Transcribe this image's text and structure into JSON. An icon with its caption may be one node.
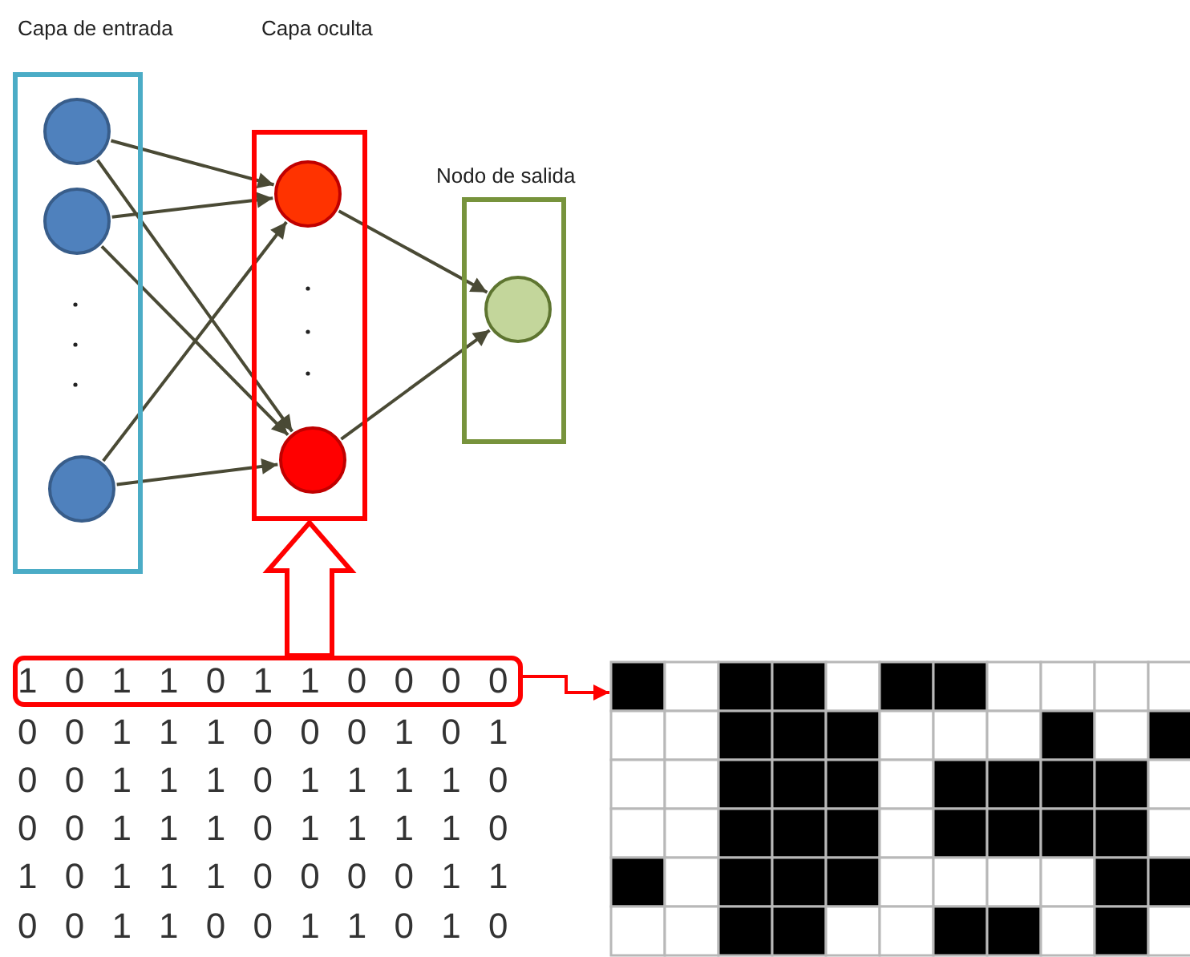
{
  "diagram": {
    "nodes": [
      {
        "text": [
          "Capa de entrada"
        ]
      },
      {
        "text": [],
        "shape": "circle",
        "in": 0
      },
      {
        "text": [],
        "shape": "circle",
        "in": 0
      },
      {
        "text": [],
        "shape": "circle",
        "in": 0
      },
      {
        "text": [
          "Capa oculta"
        ]
      },
      {
        "text": [],
        "shape": "circle",
        "in": 4
      },
      {
        "text": [],
        "shape": "circle",
        "in": 4
      },
      {
        "text": [
          "Nodo de salida"
        ]
      },
      {
        "text": [],
        "shape": "circle",
        "in": 7
      },
      {
        "text": [
          "1 0 1 1 0 1 1 0 0 0 0"
        ]
      },
      {
        "text": [],
        "shape": "grid"
      }
    ],
    "edges": [
      {
        "from": 1,
        "to": 5,
        "arrow": "to"
      },
      {
        "from": 1,
        "to": 6,
        "arrow": "to"
      },
      {
        "from": 2,
        "to": 5,
        "arrow": "to"
      },
      {
        "from": 2,
        "to": 6,
        "arrow": "to"
      },
      {
        "from": 3,
        "to": 5,
        "arrow": "to"
      },
      {
        "from": 3,
        "to": 6,
        "arrow": "to"
      },
      {
        "from": 5,
        "to": 8,
        "arrow": "to"
      },
      {
        "from": 6,
        "to": 8,
        "arrow": "to"
      },
      {
        "from": 9,
        "to": 4,
        "arrow": "to",
        "style": "thick",
        "color": "#ff0000"
      },
      {
        "from": 9,
        "to": 10,
        "arrow": "to",
        "color": "#ff0000"
      }
    ],
    "labels": [
      "0 0 1 1 1 0 0 0 1 0 1",
      "0 0 1 1 1 0 1 1 1 1 0",
      "0 0 1 1 1 0 1 1 1 1 0",
      "1 0 1 1 1 0 0 0 0 1 1",
      "0 0 1 1 0 0 1 1 0 1 0"
    ]
  }
}
